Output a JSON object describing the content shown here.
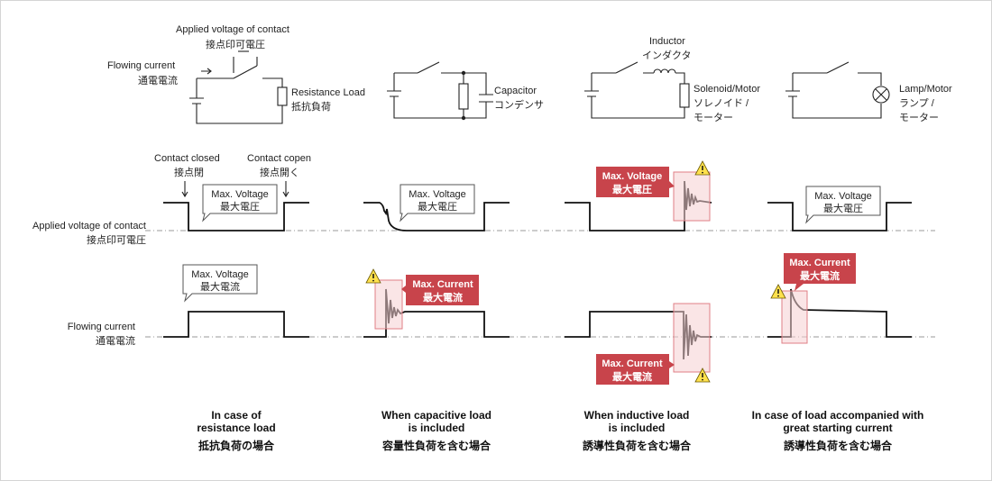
{
  "colors": {
    "accent_red": "#c8444b",
    "highlight_fill": "#f6cfd2",
    "highlight_stroke": "#e07f86",
    "warning_yellow": "#ffe14d"
  },
  "circuits": {
    "resistance": {
      "applied_voltage_en": "Applied voltage of contact",
      "applied_voltage_jp": "接点印可電圧",
      "flowing_current_en": "Flowing current",
      "flowing_current_jp": "通電電流",
      "load_en": "Resistance Load",
      "load_jp": "抵抗負荷"
    },
    "capacitive": {
      "load_en": "Capacitor",
      "load_jp": "コンデンサ"
    },
    "inductive": {
      "inductor_en": "Inductor",
      "inductor_jp": "インダクタ",
      "load_en": "Solenoid/Motor",
      "load_jp_1": "ソレノイド /",
      "load_jp_2": "モーター"
    },
    "lamp": {
      "load_en": "Lamp/Motor",
      "load_jp_1": "ランプ /",
      "load_jp_2": "モーター"
    }
  },
  "waveforms": {
    "contact_closed_en": "Contact closed",
    "contact_closed_jp": "接点閉",
    "contact_open_en": "Contact copen",
    "contact_open_jp": "接点開く",
    "voltage_row_en": "Applied voltage of contact",
    "voltage_row_jp": "接点印可電圧",
    "current_row_en": "Flowing current",
    "current_row_jp": "通電電流",
    "max_voltage_en": "Max. Voltage",
    "max_voltage_jp": "最大電圧",
    "max_current_en": "Max. Current",
    "max_current_jp": "最大電流"
  },
  "captions": [
    {
      "line1": "In case of",
      "line2": "resistance load",
      "jp": "抵抗負荷の場合"
    },
    {
      "line1": "When capacitive load",
      "line2": "is included",
      "jp": "容量性負荷を含む場合"
    },
    {
      "line1": "When inductive load",
      "line2": "is included",
      "jp": "誘導性負荷を含む場合"
    },
    {
      "line1": "In case of load accompanied with",
      "line2": "great starting current",
      "jp": "誘導性負荷を含む場合"
    }
  ]
}
